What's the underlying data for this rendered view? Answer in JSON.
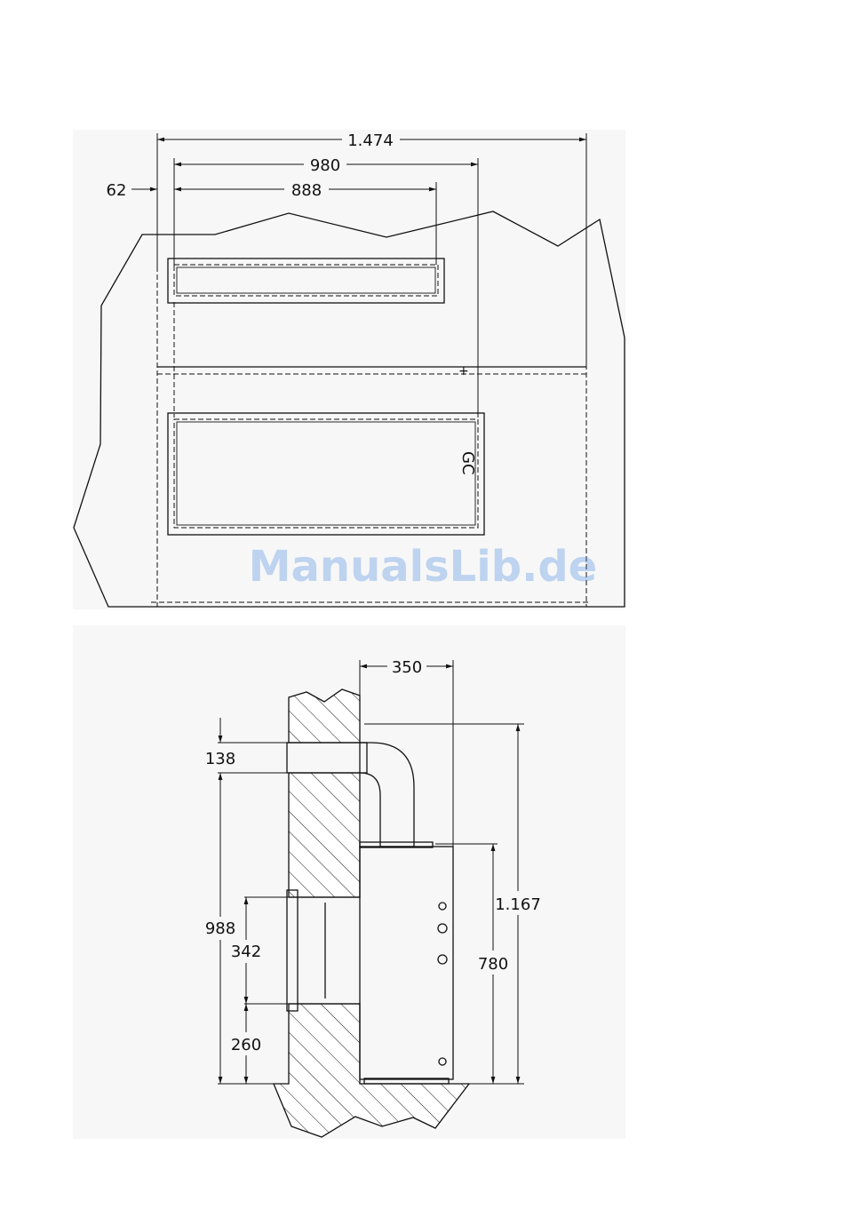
{
  "front_view": {
    "dim_total_width": "1.474",
    "dim_unit_width": "980",
    "dim_offset_left": "62",
    "dim_opening_width": "888",
    "unit_label": "GC"
  },
  "side_view": {
    "dim_depth": "350",
    "dim_pipe_height": "138",
    "dim_height_to_pipe": "988",
    "dim_opening_height": "342",
    "dim_floor_height": "260",
    "dim_total_height": "1.167",
    "dim_unit_height": "780"
  },
  "watermark": "ManualsLib.de"
}
